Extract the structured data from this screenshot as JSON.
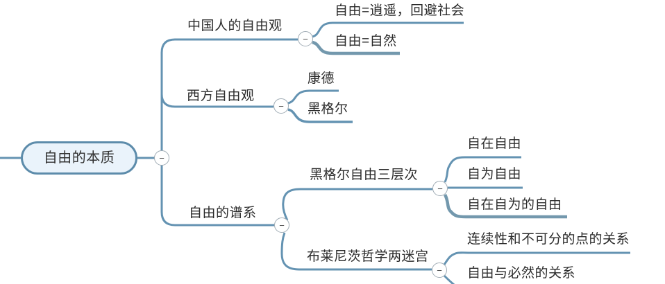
{
  "root": {
    "label": "自由的本质"
  },
  "branches": [
    {
      "label": "中国人的自由观",
      "children": [
        {
          "label": "自由=逍遥，回避社会"
        },
        {
          "label": "自由=自然"
        }
      ]
    },
    {
      "label": "西方自由观",
      "children": [
        {
          "label": "康德"
        },
        {
          "label": "黑格尔"
        }
      ]
    },
    {
      "label": "自由的谱系",
      "children": [
        {
          "label": "黑格尔自由三层次",
          "children": [
            {
              "label": "自在自由"
            },
            {
              "label": "自为自由"
            },
            {
              "label": "自在自为的自由"
            }
          ]
        },
        {
          "label": "布莱尼茨哲学两迷宫",
          "children": [
            {
              "label": "连续性和不可分的点的关系"
            },
            {
              "label": "自由与必然的关系"
            }
          ]
        }
      ]
    }
  ],
  "ui": {
    "collapse_glyph": "−"
  },
  "colors": {
    "line": "#6493b2",
    "line_thick": "#7398ad",
    "root_border": "#5d8cab",
    "root_fill": "#eaf3fb",
    "text": "#2b2b2b"
  }
}
